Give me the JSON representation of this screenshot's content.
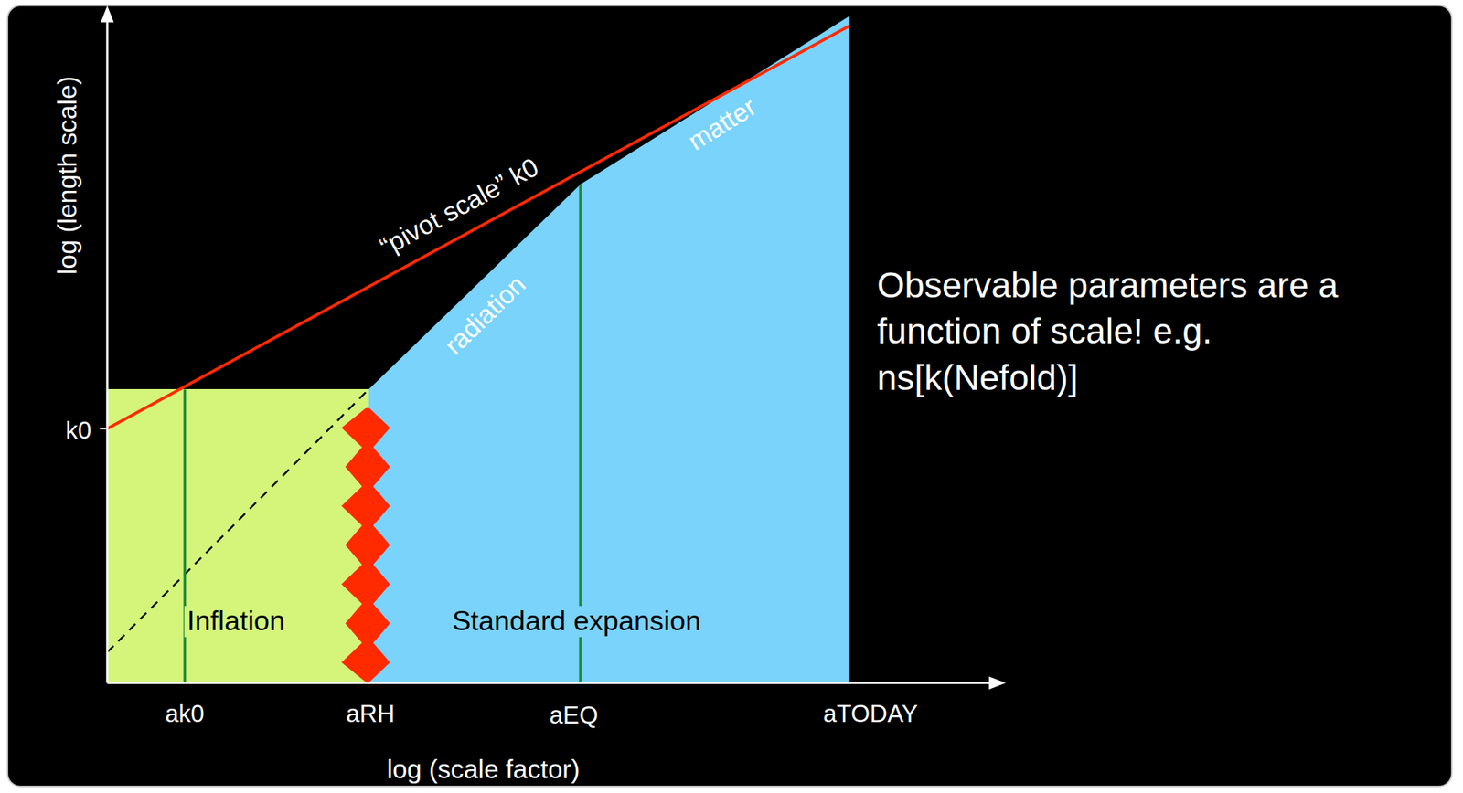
{
  "diagram": {
    "nodes": [
      {
        "text": [
          "Inflation"
        ]
      },
      {
        "text": [
          "Standard expansion"
        ]
      }
    ],
    "labels": [
      "log (length scale)",
      "k0",
      "“pivot scale” k0",
      "radiation",
      "matter",
      "ak0",
      "aRH",
      "aEQ",
      "aTODAY",
      "log (scale factor)",
      "Observable parameters are a function of scale! e.g. ns[k(Nefold)]"
    ]
  }
}
